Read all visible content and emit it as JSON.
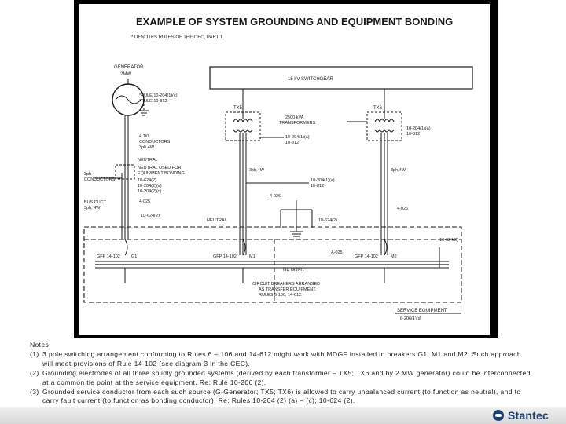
{
  "diagram": {
    "title": "EXAMPLE OF SYSTEM GROUNDING AND EQUIPMENT BONDING",
    "subtitle": "* DENOTES RULES OF THE CEC, PART 1",
    "labels": {
      "generator": "GENERATOR",
      "generator_rating": "2MW",
      "gen_rule_1": "*RULE 10-204(1)(c)",
      "gen_rule_2": "*RULE 10-812",
      "switchgear": "15 kV SWITCHGEAR",
      "tx5": "TX5",
      "tx6": "TX6",
      "transformers_1": "2500 kVA",
      "transformers_2": "TRANSFORMERS",
      "tx5_rule_1": "10-204(1)(a)",
      "tx5_rule_2": "10-812",
      "tx6_rule_1": "10-204(1)(a)",
      "tx6_rule_2": "10-812",
      "conductors_1": "4 1/0",
      "conductors_2": "CONDUCTORS",
      "conductors_3": "3ph 4W",
      "neutral_top": "NEUTRAL",
      "neutral_used_1": "NEUTRAL USED FOR",
      "neutral_used_2": "EQUIPMENT BONDING",
      "neutral_rule_1": "10-624(2)",
      "neutral_rule_2": "10-204(2)(a)",
      "neutral_rule_3": "10-204(2)(c)",
      "phase_conductors_1": "3ph",
      "phase_conductors_2": "CONDUCTORS",
      "bus_duct_1": "BUS DUCT",
      "bus_duct_2": "3ph, 4W",
      "ph4w_left": "3ph,4W",
      "ph4w_right": "3ph,4W",
      "mid_rule_1": "10-204(1)(a)",
      "mid_rule_2": "10-812",
      "size_4_026_mid": "4-026",
      "size_4_025_left": "4-025",
      "size_4_026_right": "4-026",
      "rule_624_left": "10-624(2)",
      "rule_624_mid": "10-624(2)",
      "rule_624_right": "10-624(2)",
      "neutral_mid": "NEUTRAL",
      "size_a_025": "A-025",
      "gfp_left": "GFP 14-102",
      "g1": "G1",
      "gfp_mid": "GFP 14-102",
      "m1": "M1",
      "tie_brkr": "TIE BRKR",
      "gfp_right": "GFP 14-102",
      "m2": "M2",
      "breakers_1": "CIRCUIT BREAKERS ARRANGED",
      "breakers_2": "AS TRANSFER EQUIPMENT,",
      "breakers_3": "RULES 6-106, 14-612.",
      "service_equipment": "SERVICE EQUIPMENT",
      "service_rule": "6-206(1)(d)"
    }
  },
  "notes": {
    "heading": "Notes:",
    "items": [
      {
        "num": "(1)",
        "text": "3 pole switching arrangement conforming to Rules 6 – 106 and 14-612 might work with MDGF installed in breakers G1; M1 and M2. Such approach will meet provisions of Rule 14-102 (see diagram 3 in the CEC)."
      },
      {
        "num": "(2)",
        "text": "Grounding electrodes of all three solidly grounded systems (derived by each transformer – TX5; TX6 and by 2 MW generator) could be interconnected at a common tie point at the service equipment. Re: Rule 10-206 (2)."
      },
      {
        "num": "(3)",
        "text": "Grounded service conductor from each such source (G-Generator; TX5; TX6) is allowed to carry unbalanced current (to function as neutral), and to carry fault current (to function as bonding conductor). Re: Rules 10-204 (2) (a) – (c); 10-624 (2)."
      }
    ]
  },
  "footer": {
    "logo_text": "Stantec"
  },
  "colors": {
    "frame": "#000000",
    "ink": "#1a1a1a",
    "brand": "#1b3f6e"
  }
}
